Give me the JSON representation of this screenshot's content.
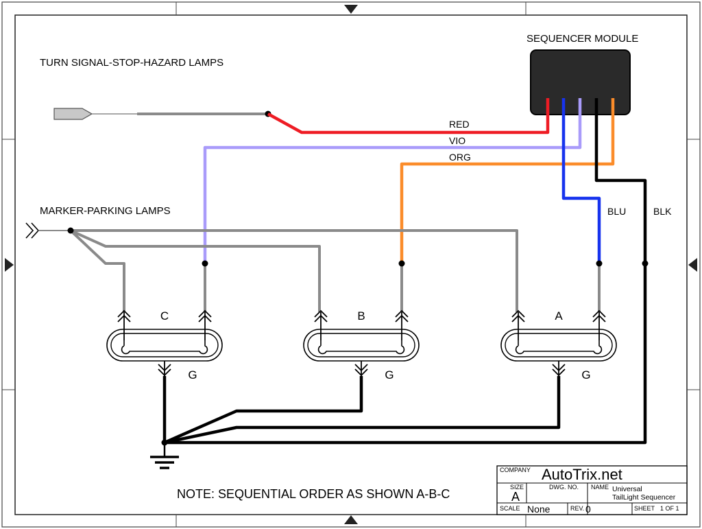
{
  "module": {
    "title": "SEQUENCER MODULE"
  },
  "inputs": {
    "turn_signal": "TURN SIGNAL-STOP-HAZARD LAMPS",
    "marker": "MARKER-PARKING LAMPS"
  },
  "wires": {
    "red": "RED",
    "violet": "VIO",
    "orange": "ORG",
    "blue": "BLU",
    "black": "BLK"
  },
  "wire_colors": {
    "red": "#ee1c24",
    "violet": "#a99bfa",
    "orange": "#fb8c2a",
    "blue": "#1733ee",
    "black": "#000000",
    "gray": "#8a8a8a",
    "module": "#2a2a2a"
  },
  "lamps": [
    {
      "id": "lamp-c",
      "label": "C",
      "ground": "G"
    },
    {
      "id": "lamp-b",
      "label": "B",
      "ground": "G"
    },
    {
      "id": "lamp-a",
      "label": "A",
      "ground": "G"
    }
  ],
  "note": "NOTE: SEQUENTIAL ORDER AS SHOWN  A-B-C",
  "title_block": {
    "company_label": "COMPANY",
    "company": "AutoTrix.net",
    "size_label": "SIZE",
    "size": "A",
    "dwg_label": "DWG. NO.",
    "name_label": "NAME",
    "name_line1": "Universal",
    "name_line2": "TailLight Sequencer",
    "scale_label": "SCALE",
    "scale": "None",
    "rev_label": "REV.",
    "rev": "0",
    "sheet_label": "SHEET",
    "sheet": "1 OF 1"
  }
}
